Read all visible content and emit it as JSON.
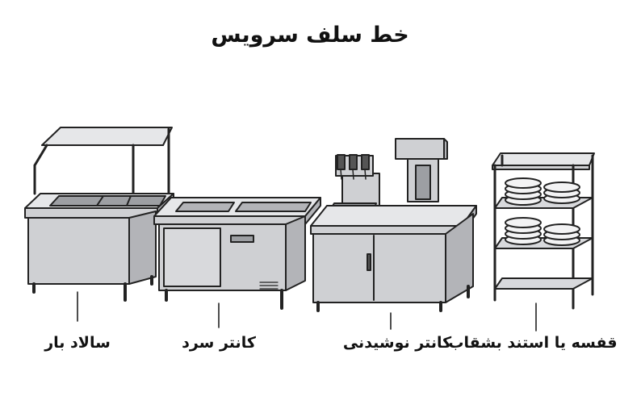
{
  "title": "خط سلف سرویس",
  "stations": [
    {
      "id": "salad-bar",
      "label": "سالاد بار"
    },
    {
      "id": "cold-counter",
      "label": "کانتر سرد"
    },
    {
      "id": "beverage-counter",
      "label": "کانتر نوشیدنی"
    },
    {
      "id": "plate-rack",
      "label": "قفسه یا استند بشقاب"
    }
  ],
  "colors": {
    "outline": "#222222",
    "body": "#cfd0d3",
    "top": "#e6e7e9",
    "dark": "#9d9fa3"
  }
}
